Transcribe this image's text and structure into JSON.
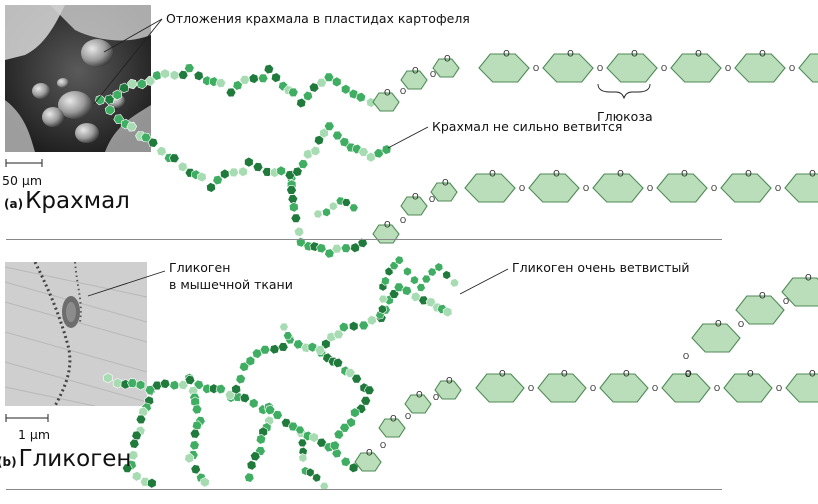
{
  "panel_a": {
    "tag": "(a)",
    "title": "Крахмал",
    "photo_label": "Отложения крахмала в пластидах картофеля",
    "scale_bar": "50 µm",
    "glucose_label": "Глюкоза",
    "branching_label": "Крахмал не сильно ветвится"
  },
  "panel_b": {
    "tag": "(b)",
    "title": "Гликоген",
    "photo_label_line1": "Гликоген",
    "photo_label_line2": "в мышечной ткани",
    "scale_bar": "1 µm",
    "branching_label": "Гликоген очень ветвистый"
  },
  "ring_oxygen_symbol": "O",
  "colors": {
    "ring_fill": "#b9deb9",
    "ring_stroke": "#4f8a57",
    "bead_dark": "#1f7a3c",
    "bead_mid": "#3fae62",
    "bead_light": "#a7dcb3",
    "rule": "#888888"
  }
}
